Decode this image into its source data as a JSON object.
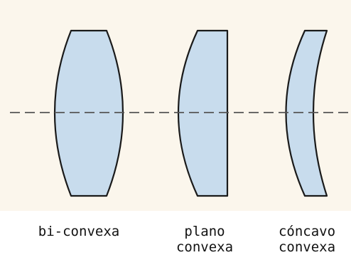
{
  "colors": {
    "panel_background": "#fbf6ec",
    "lens_fill": "#c8dced",
    "lens_stroke": "#1a1a1a",
    "axis_dash": "#555555",
    "label_text": "#111111"
  },
  "lenses": [
    {
      "id": "bi-convexa",
      "label_line1": "bi-convexa",
      "label_line2": ""
    },
    {
      "id": "plano-convexa",
      "label_line1": "plano",
      "label_line2": "convexa"
    },
    {
      "id": "concavo-convexa",
      "label_line1": "cóncavo",
      "label_line2": "convexa"
    }
  ]
}
